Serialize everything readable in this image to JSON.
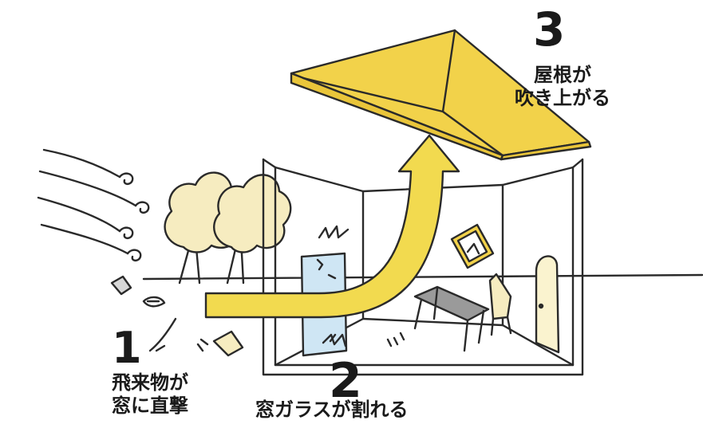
{
  "colors": {
    "arrow": "#f2da4f",
    "roof": "#f2d24a",
    "tree": "#f6ecc0",
    "outline": "#2a2a2a",
    "glass": "#cfe6f4",
    "door": "#faf3cf"
  },
  "labels": {
    "step1": {
      "number": "1",
      "line1": "飛来物が",
      "line2": "窓に直撃"
    },
    "step2": {
      "number": "2",
      "line1": "窓ガラスが割れる"
    },
    "step3": {
      "number": "3",
      "line1": "屋根が",
      "line2": "吹き上がる"
    }
  },
  "icons": [
    "wind-swirl-icon",
    "tree-icon",
    "debris-icon",
    "picture-frame-icon",
    "table-icon",
    "chair-icon",
    "door-icon"
  ]
}
